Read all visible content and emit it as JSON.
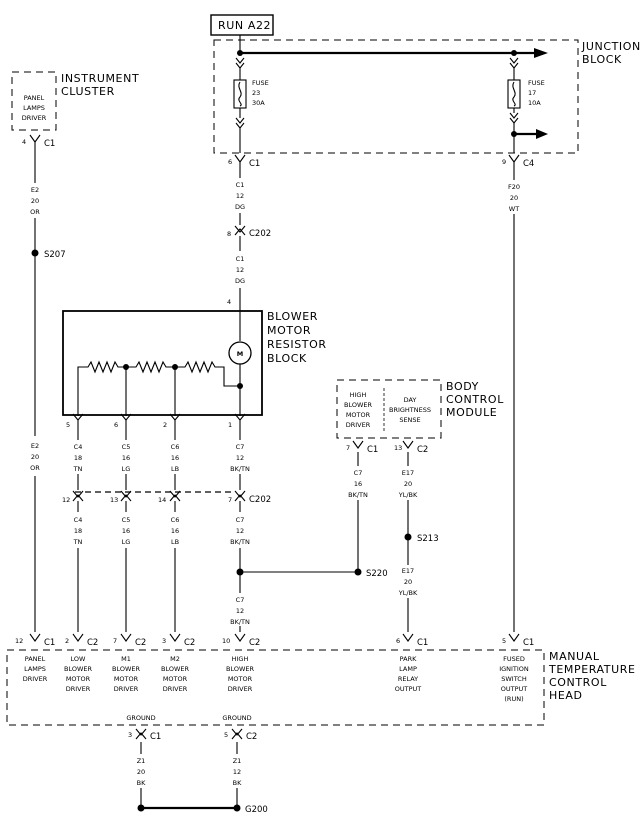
{
  "power_source": {
    "label": "RUN A22"
  },
  "junction_block": {
    "lines": [
      "JUNCTION",
      "BLOCK"
    ],
    "fuse23": [
      "FUSE",
      "23",
      "30A"
    ],
    "fuse17": [
      "FUSE",
      "17",
      "10A"
    ],
    "pin_c1": {
      "pin": "6",
      "conn": "C1"
    },
    "pin_c4": {
      "pin": "9",
      "conn": "C4"
    }
  },
  "instrument_cluster": {
    "lines": [
      "INSTRUMENT",
      "CLUSTER"
    ],
    "box": [
      "PANEL",
      "LAMPS",
      "DRIVER"
    ],
    "pin": {
      "pin": "4",
      "conn": "C1"
    }
  },
  "wires": {
    "e2_top": [
      "E2",
      "20",
      "OR"
    ],
    "e2_bottom": [
      "E2",
      "20",
      "OR"
    ],
    "c1_a": [
      "C1",
      "12",
      "DG"
    ],
    "c1_b": [
      "C1",
      "12",
      "DG"
    ],
    "f20": [
      "F20",
      "20",
      "WT"
    ],
    "c4_a": [
      "C4",
      "18",
      "TN"
    ],
    "c5_a": [
      "C5",
      "16",
      "LG"
    ],
    "c6_a": [
      "C6",
      "16",
      "LB"
    ],
    "c7_a": [
      "C7",
      "12",
      "BK/TN"
    ],
    "c4_b": [
      "C4",
      "18",
      "TN"
    ],
    "c5_b": [
      "C5",
      "16",
      "LG"
    ],
    "c6_b": [
      "C6",
      "16",
      "LB"
    ],
    "c7_b": [
      "C7",
      "12",
      "BK/TN"
    ],
    "c7_c": [
      "C7",
      "12",
      "BK/TN"
    ],
    "c7_bcm": [
      "C7",
      "16",
      "BK/TN"
    ],
    "e17_a": [
      "E17",
      "20",
      "YL/BK"
    ],
    "e17_b": [
      "E17",
      "20",
      "YL/BK"
    ],
    "z1_a": [
      "Z1",
      "20",
      "BK"
    ],
    "z1_b": [
      "Z1",
      "12",
      "BK"
    ]
  },
  "splices": {
    "s207": "S207",
    "s213": "S213",
    "s220": "S220",
    "g200": "G200"
  },
  "c202": {
    "label": "C202",
    "top_pin": "8",
    "bottom_pins": [
      "12",
      "13",
      "14",
      "7"
    ]
  },
  "blower": {
    "lines": [
      "BLOWER",
      "MOTOR",
      "RESISTOR",
      "BLOCK"
    ],
    "motor": "M",
    "top_pin": "4",
    "bottom_pins": [
      "5",
      "6",
      "2",
      "1"
    ]
  },
  "bcm": {
    "lines": [
      "BODY",
      "CONTROL",
      "MODULE"
    ],
    "high_blower": [
      "HIGH",
      "BLOWER",
      "MOTOR",
      "DRIVER"
    ],
    "day_brightness": [
      "DAY",
      "BRIGHTNESS",
      "SENSE"
    ],
    "pin7": {
      "pin": "7",
      "conn": "C1"
    },
    "pin13": {
      "pin": "13",
      "conn": "C2"
    }
  },
  "control_head": {
    "lines": [
      "MANUAL",
      "TEMPERATURE",
      "CONTROL",
      "HEAD"
    ],
    "pins": [
      {
        "pin": "12",
        "conn": "C1"
      },
      {
        "pin": "2",
        "conn": "C2"
      },
      {
        "pin": "7",
        "conn": "C2"
      },
      {
        "pin": "3",
        "conn": "C2"
      },
      {
        "pin": "10",
        "conn": "C2"
      },
      {
        "pin": "6",
        "conn": "C1"
      },
      {
        "pin": "5",
        "conn": "C1"
      }
    ],
    "labels": [
      [
        "PANEL",
        "LAMPS",
        "DRIVER"
      ],
      [
        "LOW",
        "BLOWER",
        "MOTOR",
        "DRIVER"
      ],
      [
        "M1",
        "BLOWER",
        "MOTOR",
        "DRIVER"
      ],
      [
        "M2",
        "BLOWER",
        "MOTOR",
        "DRIVER"
      ],
      [
        "HIGH",
        "BLOWER",
        "MOTOR",
        "DRIVER"
      ],
      [
        "PARK",
        "LAMP",
        "RELAY",
        "OUTPUT"
      ],
      [
        "FUSED",
        "IGNITION",
        "SWITCH",
        "OUTPUT",
        "(RUN)"
      ]
    ],
    "ground1": {
      "label": "GROUND",
      "pin": "3",
      "conn": "C1"
    },
    "ground2": {
      "label": "GROUND",
      "pin": "5",
      "conn": "C2"
    }
  }
}
